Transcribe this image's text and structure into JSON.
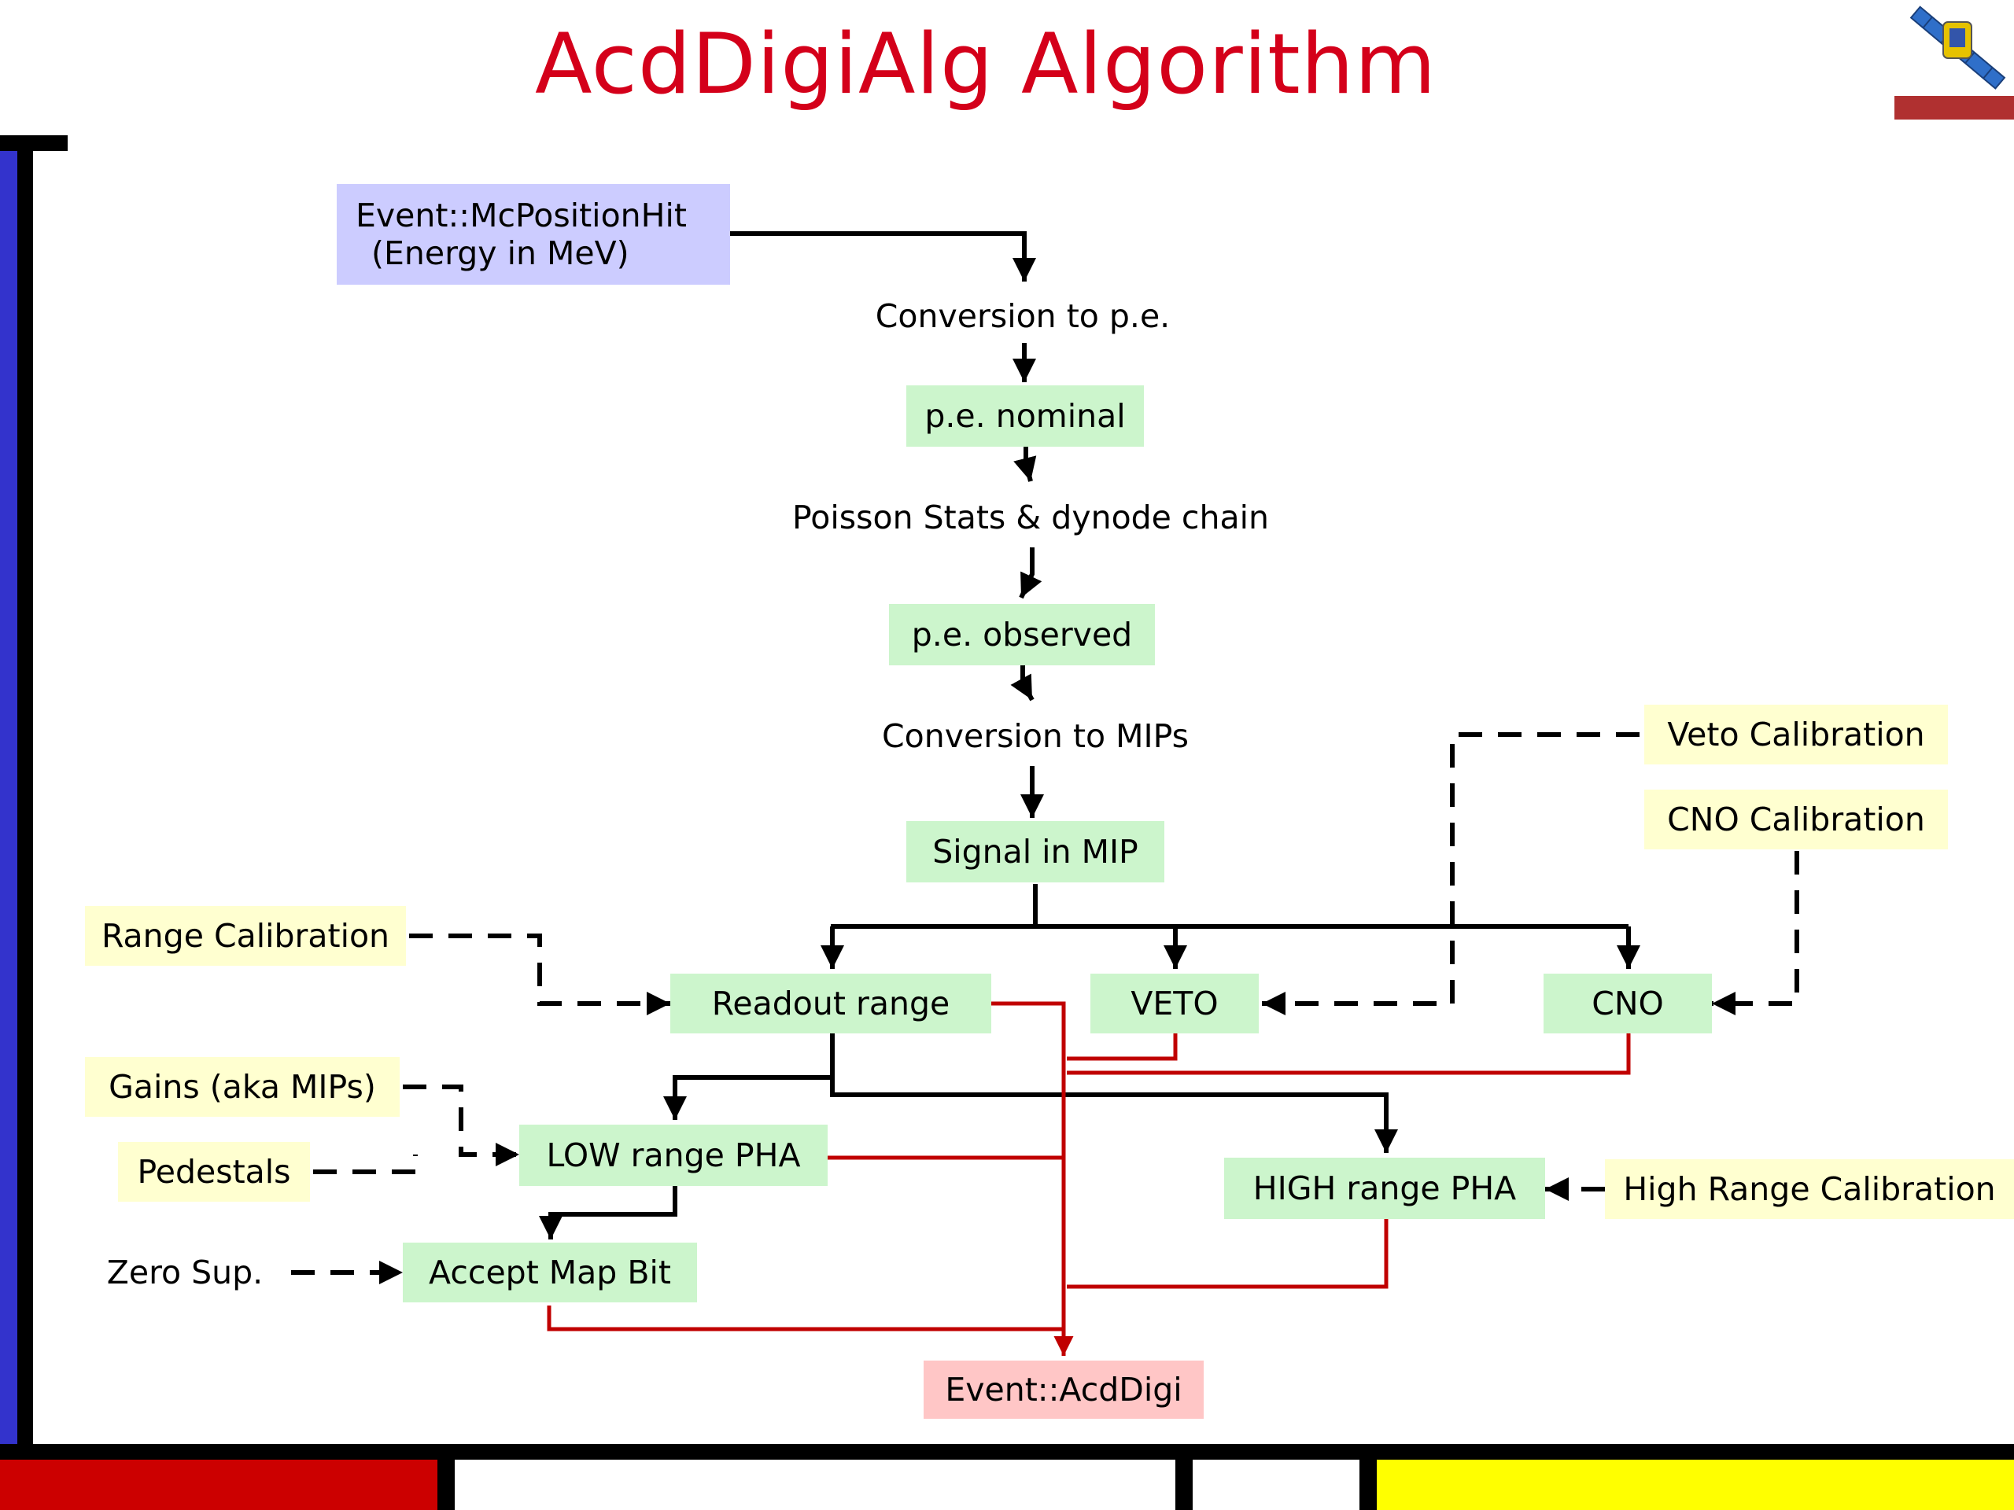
{
  "title": "AcdDigiAlg Algorithm",
  "colors": {
    "title": "#d4001a",
    "process_box": "#ccf5cc",
    "calibration_box": "#ffffd0",
    "input_box": "#ccccff",
    "output_box": "#ffc6c6",
    "flow_arrow": "#000000",
    "output_arrow": "#c00000",
    "frame_blue": "#3333cc",
    "bar_red": "#cc0000",
    "bar_yellow": "#ffff00"
  },
  "nodes": {
    "input": {
      "line1": "Event::McPositionHit",
      "line2": "(Energy in MeV)"
    },
    "conv_pe": "Conversion to p.e.",
    "pe_nominal": "p.e. nominal",
    "poisson": "Poisson Stats & dynode chain",
    "pe_observed": "p.e. observed",
    "conv_mips": "Conversion to MIPs",
    "signal_mip": "Signal in MIP",
    "readout_range": "Readout range",
    "veto": "VETO",
    "cno": "CNO",
    "low_pha": "LOW range PHA",
    "high_pha": "HIGH range PHA",
    "accept_map": "Accept Map Bit",
    "output": "Event::AcdDigi",
    "zero_sup": "Zero Sup."
  },
  "calibrations": {
    "veto": "Veto Calibration",
    "cno": "CNO Calibration",
    "range": "Range Calibration",
    "gains": "Gains (aka MIPs)",
    "pedestals": "Pedestals",
    "high_range": "High Range Calibration"
  },
  "logo_icon": "satellite-icon"
}
